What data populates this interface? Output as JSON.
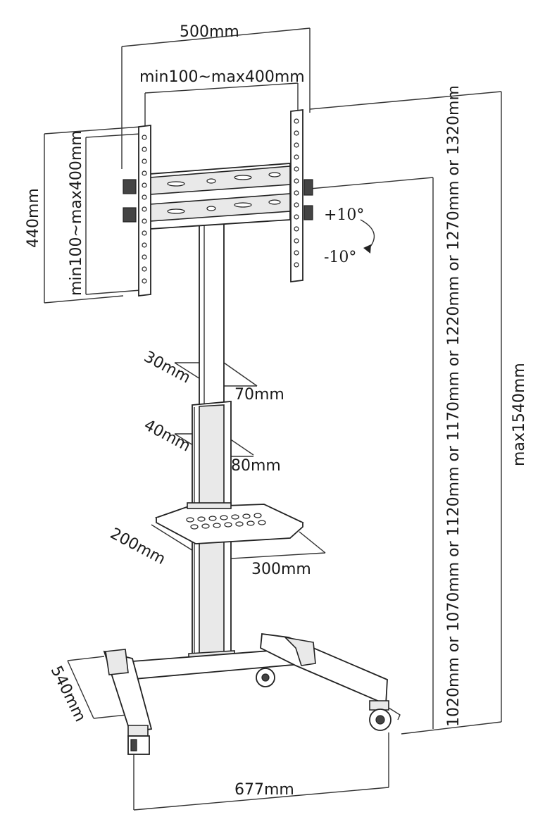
{
  "dimensions": {
    "top_width": "500mm",
    "vesa_width": "min100~max400mm",
    "plate_height": "440mm",
    "vesa_height": "min100~max400mm",
    "tilt_up": "+10°",
    "tilt_down": "-10°",
    "column_a_depth": "30mm",
    "column_a_width": "70mm",
    "column_b_depth": "40mm",
    "column_b_width": "80mm",
    "shelf_depth": "200mm",
    "shelf_width": "300mm",
    "base_depth": "540mm",
    "base_width": "677mm",
    "height_options": "1020mm or 1070mm or 1120mm or 1170mm or 1220mm or 1270mm or 1320mm",
    "max_height": "max1540mm"
  }
}
